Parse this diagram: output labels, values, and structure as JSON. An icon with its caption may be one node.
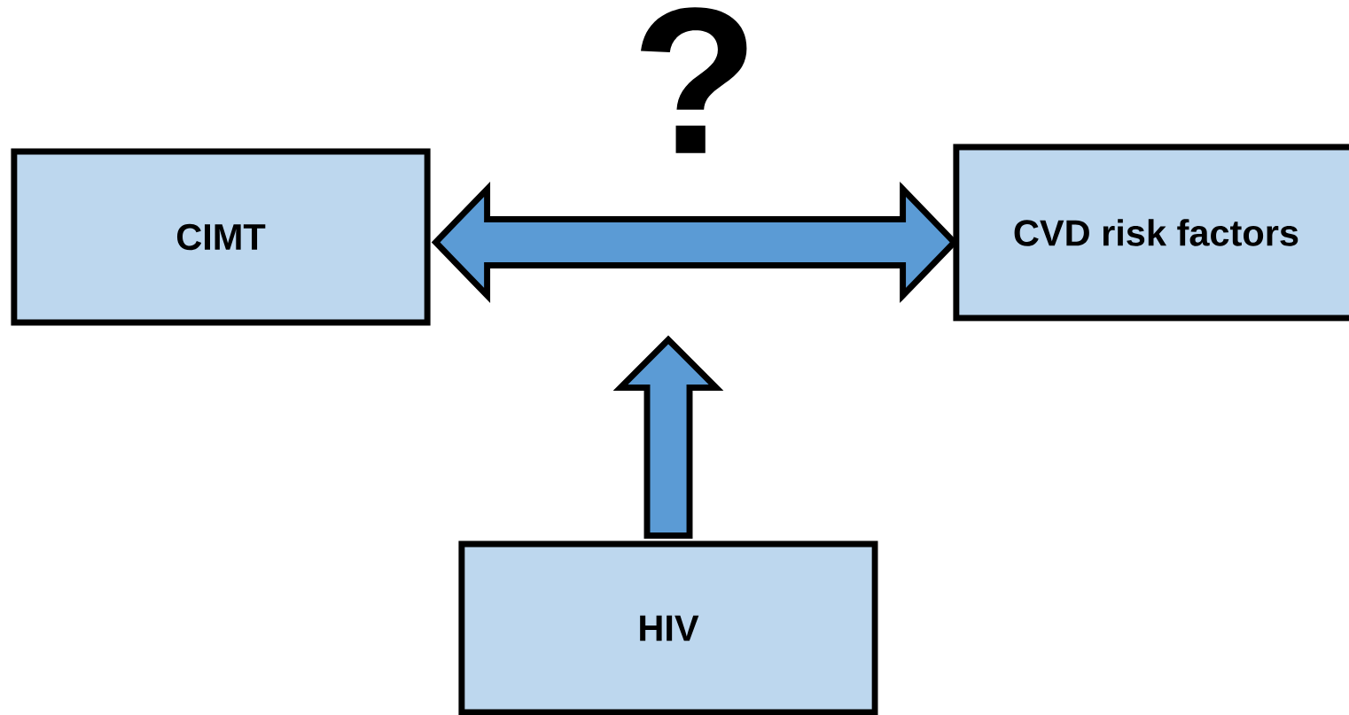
{
  "diagram": {
    "nodes": [
      {
        "text": [
          "CIMT"
        ]
      },
      {
        "text": [
          "CVD risk factors"
        ]
      },
      {
        "text": [
          "HIV"
        ]
      }
    ],
    "edges": [
      {
        "from": 0,
        "to": 1,
        "arrow": "both",
        "label": "?"
      },
      {
        "from": 2,
        "to": null,
        "arrow": "to"
      }
    ]
  }
}
